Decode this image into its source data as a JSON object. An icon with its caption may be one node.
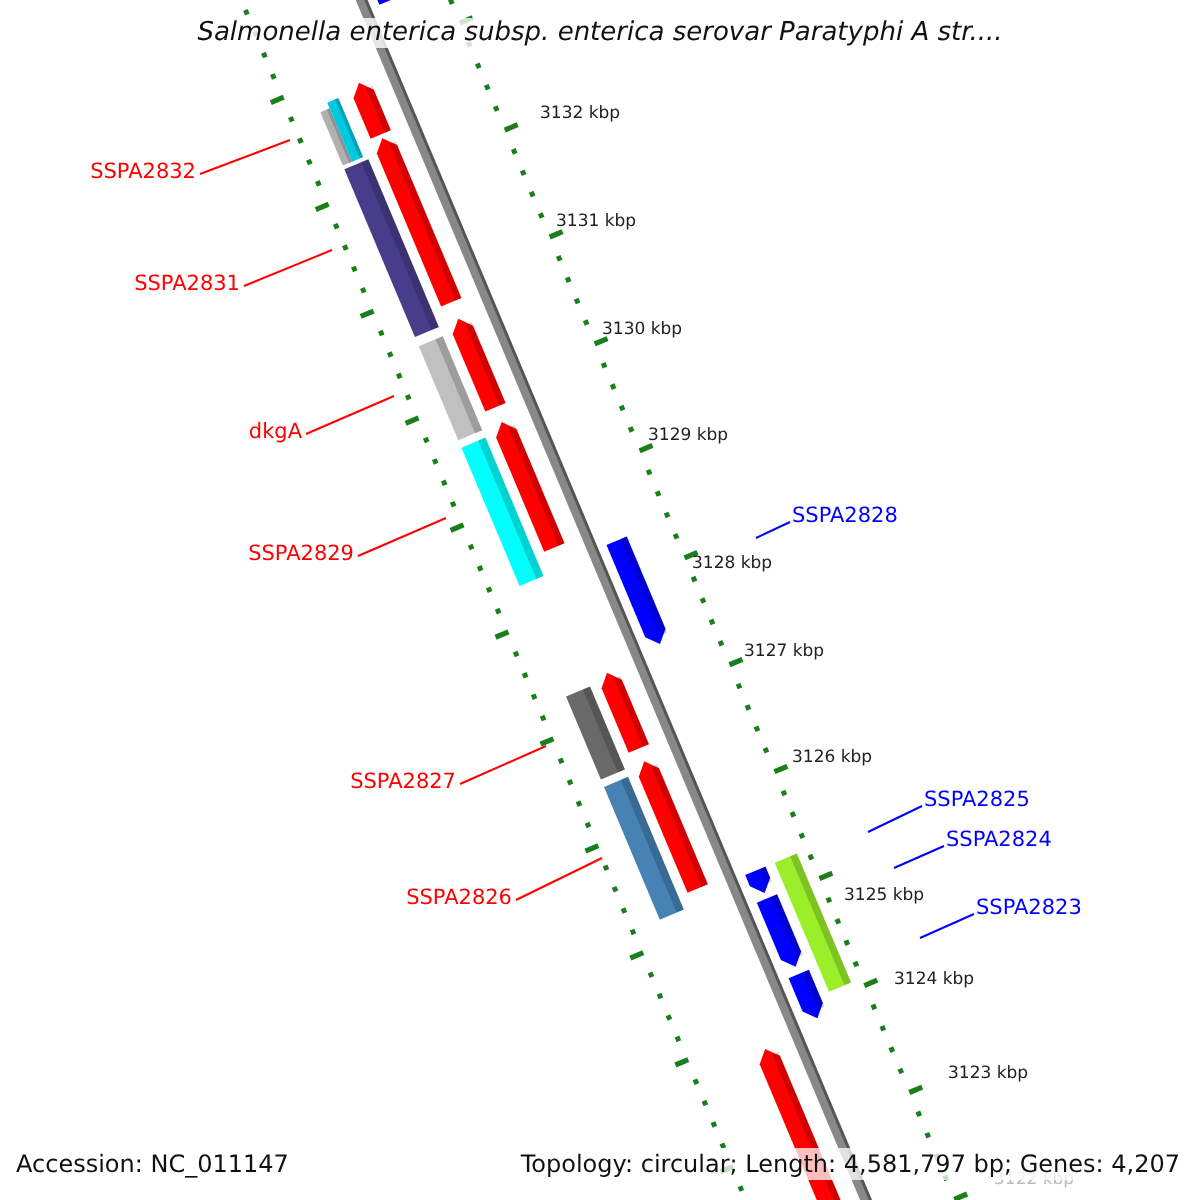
{
  "diagram": {
    "title": "Salmonella enterica subsp. enterica serovar Paratyphi A str....",
    "nodes": [
      {
        "text": [
          "SSPA2832"
        ]
      },
      {
        "text": [
          "SSPA2831"
        ]
      },
      {
        "text": [
          "dkgA"
        ]
      },
      {
        "text": [
          "SSPA2828"
        ]
      },
      {
        "text": [
          "SSPA2829"
        ]
      },
      {
        "text": [
          "SSPA2827"
        ]
      },
      {
        "text": [
          "SSPA2825"
        ]
      },
      {
        "text": [
          "SSPA2824"
        ]
      },
      {
        "text": [
          "SSPA2826"
        ]
      },
      {
        "text": [
          "SSPA2823"
        ]
      }
    ],
    "edges": [
      {
        "from": 0,
        "to": null,
        "arrow": "none"
      },
      {
        "from": 1,
        "to": null,
        "arrow": "none"
      },
      {
        "from": 2,
        "to": null,
        "arrow": "none"
      },
      {
        "from": 3,
        "to": null,
        "arrow": "none",
        "color": "#0000ff"
      },
      {
        "from": 4,
        "to": null,
        "arrow": "none"
      },
      {
        "from": 5,
        "to": null,
        "arrow": "none"
      },
      {
        "from": 6,
        "to": null,
        "arrow": "none",
        "color": "#0000ff"
      },
      {
        "from": 7,
        "to": null,
        "arrow": "none",
        "color": "#0000ff"
      },
      {
        "from": 8,
        "to": null,
        "arrow": "none"
      },
      {
        "from": 9,
        "to": null,
        "arrow": "none",
        "color": "#0000ff"
      }
    ],
    "labels": [
      "3132 kbp",
      "3131 kbp",
      "3130 kbp",
      "3129 kbp",
      "3128 kbp",
      "3127 kbp",
      "3126 kbp",
      "3125 kbp",
      "3124 kbp",
      "3123 kbp",
      "3122 kbp",
      "Accession: NC_011147",
      "Topology: circular; Length: 4,581,797 bp; Genes: 4,207"
    ]
  }
}
